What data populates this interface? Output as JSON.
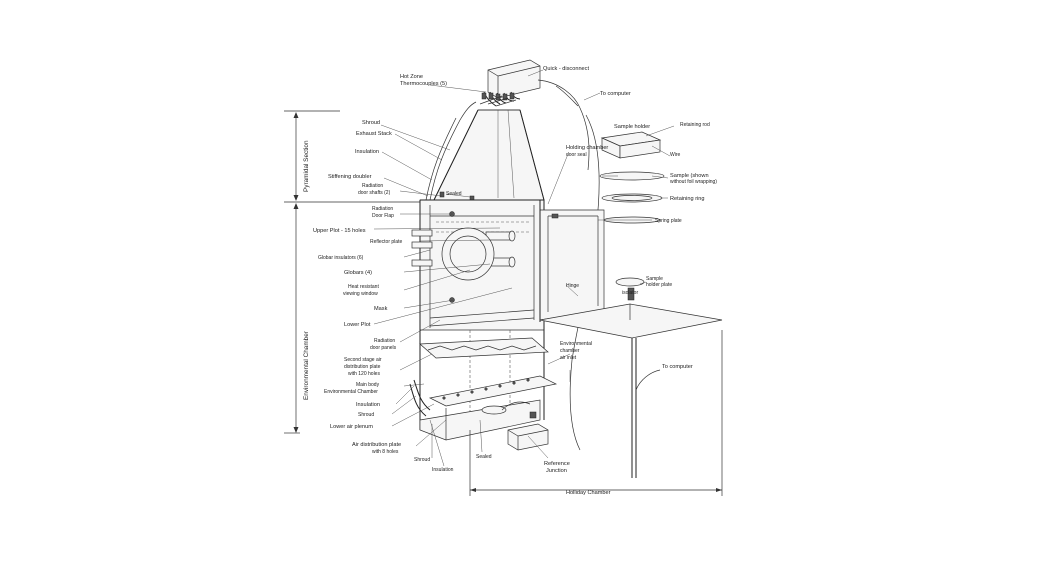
{
  "diagram": {
    "labels": {
      "hot_zone": "Hot Zone",
      "thermocouples": "Thermocouples (5)",
      "quick_disconnect": "Quick - disconnect",
      "to_computer_top": "To computer",
      "shroud_top": "Shroud",
      "exhaust_stack": "Exhaust Stack",
      "insulation_top": "Insulation",
      "stiffening_doubler": "Stiffening doubler",
      "radiation_door_shafts_1": "Radiation",
      "radiation_door_shafts_2": "door shafts (2)",
      "sealed_top": "Sealed",
      "holding_chamber_1": "Holding chamber",
      "holding_chamber_2": "door seal",
      "sample_holder": "Sample holder",
      "retaining rod": "Retaining rod",
      "wire": "Wire",
      "sample_1": "Sample (shown",
      "sample_2": "without foil wrapping)",
      "retaining_ring": "Retaining ring",
      "spring_plate": "Spring plate",
      "radiation_door_flap_1": "Radiation",
      "radiation_door_flap_2": "Door Flap",
      "upper_plot": "Upper Plot - 15 holes",
      "reflector_plate": "Reflector plate",
      "globar_insulators": "Globar insulators (6)",
      "globars": "Globars (4)",
      "heat_resistant_1": "Heat resistant",
      "heat_resistant_2": "viewing window",
      "mask": "Mask",
      "lower_plot": "Lower Plot",
      "sample_holder_plate_1": "Sample",
      "sample_holder_plate_2": "holder plate",
      "hinge": "Hinge",
      "isolator": "isolator",
      "radiation_door_panels_1": "Radiation",
      "radiation_door_panels_2": "door panels",
      "env_air_inlet_1": "Environmental",
      "env_air_inlet_2": "chamber",
      "env_air_inlet_3": "air inlet",
      "second_stage_1": "Second stage air",
      "second_stage_2": "distribution plate",
      "second_stage_3": "with 120 holes",
      "main_body_1": "Main body",
      "main_body_2": "Environmental Chamber",
      "insulation_mid": "Insulation",
      "shroud_mid": "Shroud",
      "lower_air_plenum": "Lower air plenum",
      "air_dist_plate_1": "Air distribution plate",
      "air_dist_plate_2": "with 8 holes",
      "shroud_bottom": "Shroud",
      "insulation_bottom": "Insulation",
      "sealed_bottom": "Sealed",
      "reference_junction_1": "Reference",
      "reference_junction_2": "Junction",
      "to_computer_right": "To computer",
      "holliday_chamber": "Holliday Chamber"
    },
    "sections": {
      "pyramidal": "Pyramidal Section",
      "environmental": "Environmental Chamber"
    }
  }
}
